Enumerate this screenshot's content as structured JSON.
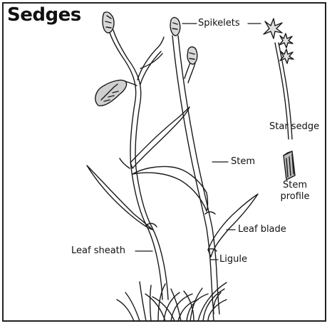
{
  "title": "Sedges",
  "labels": {
    "spikelets": "Spikelets",
    "star_sedge": "Star sedge",
    "stem": "Stem",
    "stem_profile_line1": "Stem",
    "stem_profile_line2": "profile",
    "leaf_blade": "Leaf blade",
    "leaf_sheath": "Leaf sheath",
    "ligule": "Ligule"
  }
}
